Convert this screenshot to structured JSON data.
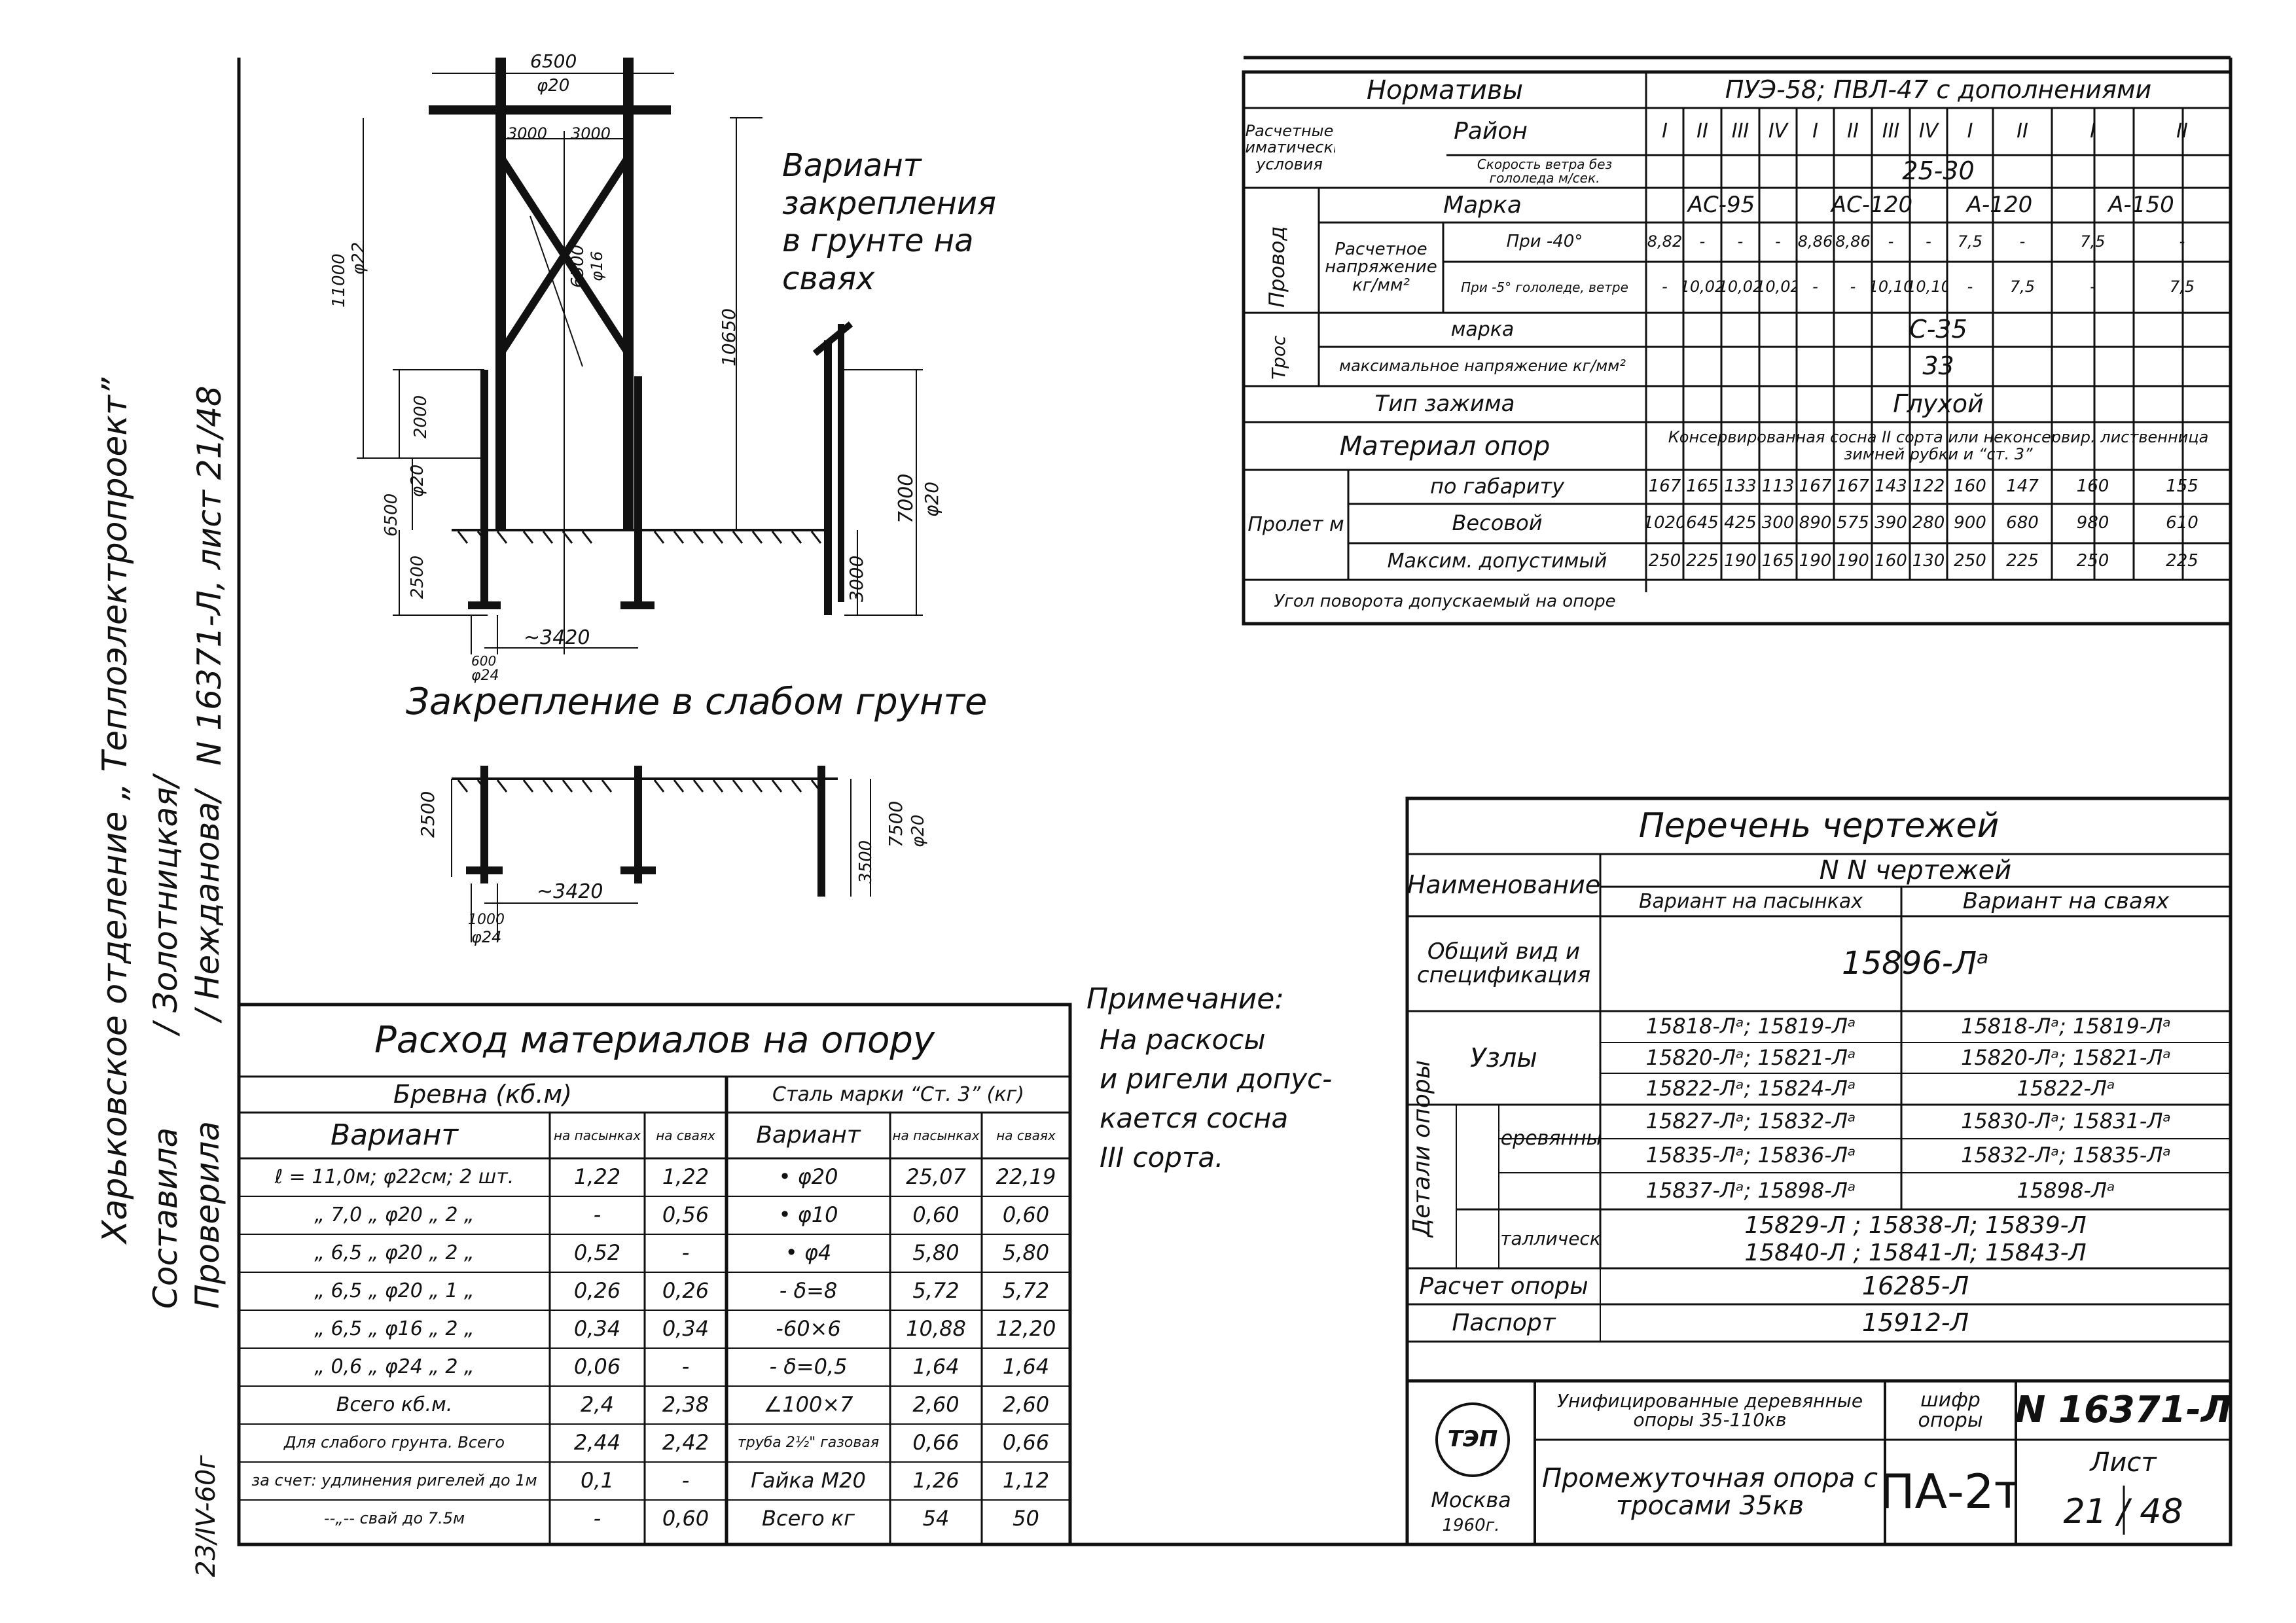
{
  "sidebar": {
    "org": "Харьковское отделение „ Теплоэлектропроект”",
    "compiled_by_label": "Составила",
    "compiled_by_name": "/ Золотницкая/",
    "checked_by_label": "Проверила",
    "checked_by_name": "/ Нежданова/",
    "ref": "N 16371-Л, лист 21/48",
    "date": "23/IV-60г"
  },
  "drawing": {
    "variant_caption": "Вариант закрепления в грунте на сваях",
    "weak_soil_caption": "Закрепление в слабом грунте",
    "dims": {
      "top_span": "6500",
      "top_dia": "φ20",
      "half1": "3000",
      "half2": "3000",
      "height_main": "11000",
      "height_main_dia": "φ22",
      "brace_len": "6500",
      "brace_dia": "φ16",
      "total_h": "10650",
      "d2000": "2000",
      "d6500": "6500",
      "d6500_dia": "φ20",
      "d2500": "2500",
      "pile_dia_w": "600",
      "pile_dia": "φ24",
      "base": "~3420",
      "d7000": "7000",
      "d7000_dia": "φ20",
      "d3000": "3000",
      "w2500": "2500",
      "w7500": "7500",
      "w7500_dia": "φ20",
      "w3500": "3500",
      "w1000": "1000",
      "w_dia": "φ24",
      "w_base": "~3420"
    }
  },
  "calc_table": {
    "rows": {
      "norms_label": "Нормативы",
      "norms_value": "ПУЭ-58; ПВЛ-47 с дополнениями",
      "climate_label": "Расчетные климатические условия",
      "region_label": "Район",
      "regions": [
        "I",
        "II",
        "III",
        "IV",
        "I",
        "II",
        "III",
        "IV",
        "I",
        "II",
        "I",
        "II"
      ],
      "wind_label": "Скорость ветра без гололеда м/сек.",
      "wind_value": "25-30",
      "wire_label": "Провод",
      "brand_label": "Марка",
      "brands": [
        "АС-95",
        "АС-120",
        "А-120",
        "А-150"
      ],
      "stress_label": "Расчетное напряжение кг/мм²",
      "stress_rows": [
        {
          "label": "При -40°",
          "values": [
            "8,82",
            "-",
            "-",
            "-",
            "8,86",
            "8,86",
            "-",
            "-",
            "7,5",
            "-",
            "7,5",
            "-"
          ]
        },
        {
          "label": "При -5° гололеде, ветре",
          "values": [
            "-",
            "10,02",
            "10,02",
            "10,02",
            "-",
            "-",
            "10,10",
            "10,10",
            "-",
            "7,5",
            "-",
            "7,5"
          ]
        }
      ],
      "cable_label": "Трос",
      "cable_brand_label": "марка",
      "cable_brand": "С-35",
      "cable_stress_label": "максимальное напряжение кг/мм²",
      "cable_stress": "33",
      "clamp_label": "Тип зажима",
      "clamp_value": "Глухой",
      "material_label": "Материал опор",
      "material_value": "Консервированная сосна II сорта или неконсервир. лиственница зимней рубки и “ст. 3”",
      "span_label": "Пролет м",
      "span_rows": [
        {
          "label": "по габариту",
          "values": [
            "167",
            "165",
            "133",
            "113",
            "167",
            "167",
            "143",
            "122",
            "160",
            "147",
            "160",
            "155"
          ]
        },
        {
          "label": "Весовой",
          "values": [
            "1020",
            "645",
            "425",
            "300",
            "890",
            "575",
            "390",
            "280",
            "900",
            "680",
            "980",
            "610"
          ]
        },
        {
          "label": "Максим. допустимый",
          "values": [
            "250",
            "225",
            "190",
            "165",
            "190",
            "190",
            "160",
            "130",
            "250",
            "225",
            "250",
            "225"
          ]
        }
      ],
      "angle_label": "Угол поворота допускаемый на опоре"
    }
  },
  "materials": {
    "title": "Расход материалов на опору",
    "logs_header": "Бревна (кб.м)",
    "steel_header": "Сталь марки “Ст. 3” (кг)",
    "variant_label": "Вариант",
    "col_pasynki": "на пасынках",
    "col_svai": "на сваях",
    "rows": [
      {
        "a": "ℓ = 11,0м; φ22см; 2 шт.",
        "b": "1,22",
        "c": "1,22",
        "d": "• φ20",
        "e": "25,07",
        "f": "22,19"
      },
      {
        "a": "„ 7,0 „ φ20 „ 2 „",
        "b": "-",
        "c": "0,56",
        "d": "• φ10",
        "e": "0,60",
        "f": "0,60"
      },
      {
        "a": "„ 6,5 „ φ20 „ 2 „",
        "b": "0,52",
        "c": "-",
        "d": "• φ4",
        "e": "5,80",
        "f": "5,80"
      },
      {
        "a": "„ 6,5 „ φ20 „ 1 „",
        "b": "0,26",
        "c": "0,26",
        "d": "- δ=8",
        "e": "5,72",
        "f": "5,72"
      },
      {
        "a": "„ 6,5 „ φ16 „ 2 „",
        "b": "0,34",
        "c": "0,34",
        "d": "-60×6",
        "e": "10,88",
        "f": "12,20"
      },
      {
        "a": "„ 0,6 „ φ24 „ 2 „",
        "b": "0,06",
        "c": "-",
        "d": "- δ=0,5",
        "e": "1,64",
        "f": "1,64"
      },
      {
        "a": "Всего кб.м.",
        "b": "2,4",
        "c": "2,38",
        "d": "∠100×7",
        "e": "2,60",
        "f": "2,60"
      },
      {
        "a": "Для слабого грунта. Всего",
        "b": "2,44",
        "c": "2,42",
        "d": "труба 2½\" газовая",
        "e": "0,66",
        "f": "0,66"
      },
      {
        "a": "за счет: удлинения ригелей до 1м",
        "b": "0,1",
        "c": "-",
        "d": "Гайка М20",
        "e": "1,26",
        "f": "1,12"
      },
      {
        "a": "--„-- свай до 7.5м",
        "b": "-",
        "c": "0,60",
        "d": "Всего кг",
        "e": "54",
        "f": "50"
      }
    ]
  },
  "note": {
    "title": "Примечание:",
    "text": [
      "На раскосы",
      "и ригели допус-",
      "кается сосна",
      "III сорта."
    ]
  },
  "drawings_list": {
    "title": "Перечень чертежей",
    "name_label": "Наименование",
    "nn_label": "N N чертежей",
    "var1_label": "Вариант на пасынках",
    "var2_label": "Вариант на сваях",
    "general_label": "Общий вид и спецификация",
    "general_value": "15896-Лᵃ",
    "nodes_label": "Узлы",
    "nodes": [
      {
        "a": "15818-Лᵃ; 15819-Лᵃ",
        "b": "15818-Лᵃ; 15819-Лᵃ"
      },
      {
        "a": "15820-Лᵃ; 15821-Лᵃ",
        "b": "15820-Лᵃ; 15821-Лᵃ"
      },
      {
        "a": "15822-Лᵃ; 15824-Лᵃ",
        "b": "15822-Лᵃ"
      }
    ],
    "details_label": "Детали опоры",
    "wood_label": "Деревянные",
    "wood": [
      {
        "a": "15827-Лᵃ; 15832-Лᵃ",
        "b": "15830-Лᵃ; 15831-Лᵃ"
      },
      {
        "a": "15835-Лᵃ; 15836-Лᵃ",
        "b": "15832-Лᵃ; 15835-Лᵃ"
      },
      {
        "a": "15837-Лᵃ; 15898-Лᵃ",
        "b": "15898-Лᵃ"
      }
    ],
    "metal_label": "металлические",
    "metal": [
      "15829-Л ; 15838-Л; 15839-Л",
      "15840-Л ; 15841-Л; 15843-Л"
    ],
    "calc_label": "Расчет опоры",
    "calc_value": "16285-Л",
    "passport_label": "Паспорт",
    "passport_value": "15912-Л"
  },
  "title_block": {
    "logo": "ТЭП",
    "city": "Москва",
    "year": "1960г.",
    "desc1": "Унифицированные деревянные опоры 35-110кв",
    "desc2": "Промежуточная опора с тросами 35кв",
    "code_label": "шифр опоры",
    "code": "ПА-2т",
    "doc_number": "N 16371-Л",
    "sheet_label": "Лист",
    "sheet": "21 / 48"
  }
}
